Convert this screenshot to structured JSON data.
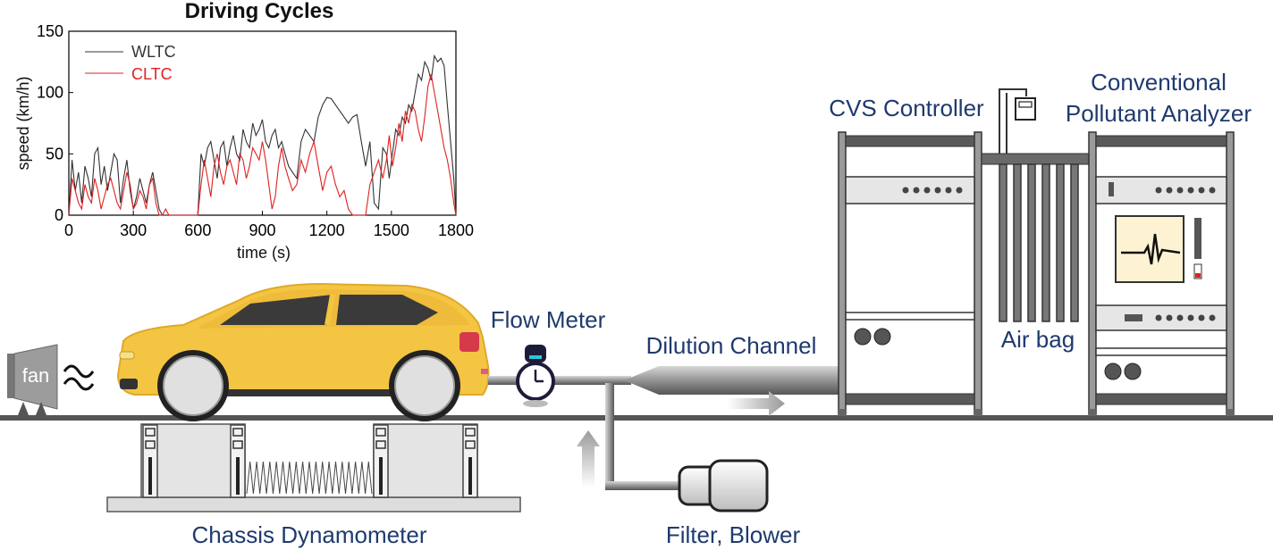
{
  "labels": {
    "chassis_dynamometer": "Chassis Dynamometer",
    "filter_blower": "Filter, Blower",
    "flow_meter": "Flow Meter",
    "dilution_channel": "Dilution Channel",
    "cvs_controller": "CVS Controller",
    "air_bag": "Air bag",
    "analyzer_line1": "Conventional",
    "analyzer_line2": "Pollutant Analyzer",
    "fan": "fan"
  },
  "colors": {
    "label_blue": "#1f3a6e",
    "car_yellow": "#f4c542",
    "wltc_line": "#333333",
    "cltc_line": "#e02020",
    "rack_dark": "#555555",
    "rack_panel": "#e6e6e6"
  },
  "chart_data": {
    "type": "line",
    "title": "Driving Cycles",
    "xlabel": "time (s)",
    "ylabel": "speed (km/h)",
    "xlim": [
      0,
      1800
    ],
    "ylim": [
      0,
      150
    ],
    "xticks": [
      0,
      300,
      600,
      900,
      1200,
      1500,
      1800
    ],
    "yticks": [
      0,
      50,
      100,
      150
    ],
    "legend_position": "top-left",
    "series": [
      {
        "name": "WLTC",
        "color": "#333333",
        "x": [
          0,
          15,
          30,
          45,
          60,
          75,
          90,
          105,
          120,
          135,
          150,
          165,
          180,
          195,
          210,
          225,
          240,
          255,
          270,
          285,
          300,
          315,
          330,
          345,
          360,
          375,
          390,
          405,
          420,
          435,
          450,
          465,
          480,
          495,
          510,
          525,
          540,
          555,
          570,
          589,
          600,
          615,
          630,
          645,
          660,
          675,
          690,
          705,
          720,
          735,
          750,
          765,
          780,
          795,
          810,
          825,
          840,
          855,
          870,
          885,
          900,
          915,
          930,
          945,
          960,
          975,
          990,
          1005,
          1022,
          1040,
          1060,
          1080,
          1100,
          1120,
          1140,
          1160,
          1180,
          1200,
          1220,
          1240,
          1260,
          1280,
          1300,
          1320,
          1340,
          1360,
          1380,
          1400,
          1420,
          1440,
          1460,
          1477,
          1490,
          1505,
          1520,
          1535,
          1550,
          1565,
          1580,
          1595,
          1610,
          1625,
          1640,
          1655,
          1670,
          1685,
          1700,
          1715,
          1730,
          1745,
          1760,
          1775,
          1790,
          1800
        ],
        "y": [
          0,
          45,
          20,
          35,
          10,
          40,
          30,
          15,
          50,
          55,
          25,
          40,
          20,
          35,
          50,
          45,
          10,
          30,
          45,
          20,
          5,
          15,
          30,
          20,
          10,
          25,
          35,
          20,
          5,
          0,
          0,
          0,
          0,
          0,
          0,
          0,
          0,
          0,
          0,
          0,
          0,
          50,
          40,
          55,
          60,
          45,
          30,
          55,
          60,
          40,
          55,
          65,
          50,
          45,
          70,
          60,
          55,
          75,
          65,
          70,
          78,
          60,
          55,
          65,
          70,
          55,
          60,
          50,
          40,
          35,
          30,
          60,
          70,
          65,
          60,
          80,
          90,
          96,
          95,
          90,
          85,
          80,
          75,
          80,
          82,
          60,
          40,
          60,
          10,
          5,
          55,
          50,
          30,
          50,
          70,
          65,
          80,
          75,
          90,
          85,
          100,
          115,
          110,
          125,
          120,
          110,
          130,
          125,
          128,
          122,
          90,
          60,
          30,
          0
        ]
      },
      {
        "name": "CLTC",
        "color": "#e02020",
        "x": [
          0,
          15,
          30,
          45,
          60,
          75,
          90,
          105,
          120,
          135,
          150,
          165,
          180,
          195,
          210,
          225,
          240,
          255,
          270,
          285,
          300,
          315,
          330,
          345,
          360,
          375,
          390,
          405,
          420,
          435,
          450,
          465,
          480,
          495,
          510,
          525,
          540,
          555,
          570,
          589,
          600,
          615,
          630,
          645,
          660,
          675,
          690,
          705,
          720,
          735,
          750,
          765,
          780,
          795,
          810,
          825,
          840,
          855,
          870,
          885,
          900,
          915,
          930,
          945,
          960,
          975,
          990,
          1005,
          1022,
          1040,
          1060,
          1080,
          1100,
          1120,
          1140,
          1160,
          1180,
          1200,
          1220,
          1240,
          1260,
          1280,
          1300,
          1320,
          1340,
          1360,
          1380,
          1400,
          1420,
          1440,
          1460,
          1477,
          1490,
          1505,
          1520,
          1535,
          1550,
          1565,
          1580,
          1595,
          1610,
          1625,
          1640,
          1655,
          1670,
          1685,
          1700,
          1715,
          1730,
          1745,
          1760,
          1775,
          1790,
          1800
        ],
        "y": [
          0,
          30,
          20,
          10,
          5,
          25,
          15,
          10,
          30,
          20,
          5,
          15,
          25,
          30,
          20,
          10,
          5,
          20,
          35,
          25,
          5,
          10,
          20,
          15,
          5,
          25,
          30,
          10,
          0,
          0,
          5,
          0,
          0,
          0,
          0,
          0,
          0,
          0,
          0,
          0,
          0,
          25,
          45,
          30,
          15,
          40,
          50,
          35,
          25,
          40,
          45,
          35,
          25,
          50,
          45,
          30,
          40,
          55,
          50,
          45,
          60,
          45,
          25,
          5,
          15,
          40,
          55,
          40,
          30,
          20,
          25,
          45,
          35,
          50,
          60,
          40,
          20,
          35,
          40,
          25,
          15,
          20,
          5,
          0,
          0,
          0,
          0,
          25,
          35,
          45,
          30,
          45,
          65,
          40,
          55,
          75,
          60,
          85,
          75,
          90,
          85,
          70,
          60,
          80,
          105,
          115,
          100,
          85,
          70,
          55,
          45,
          30,
          10,
          0
        ]
      }
    ]
  }
}
